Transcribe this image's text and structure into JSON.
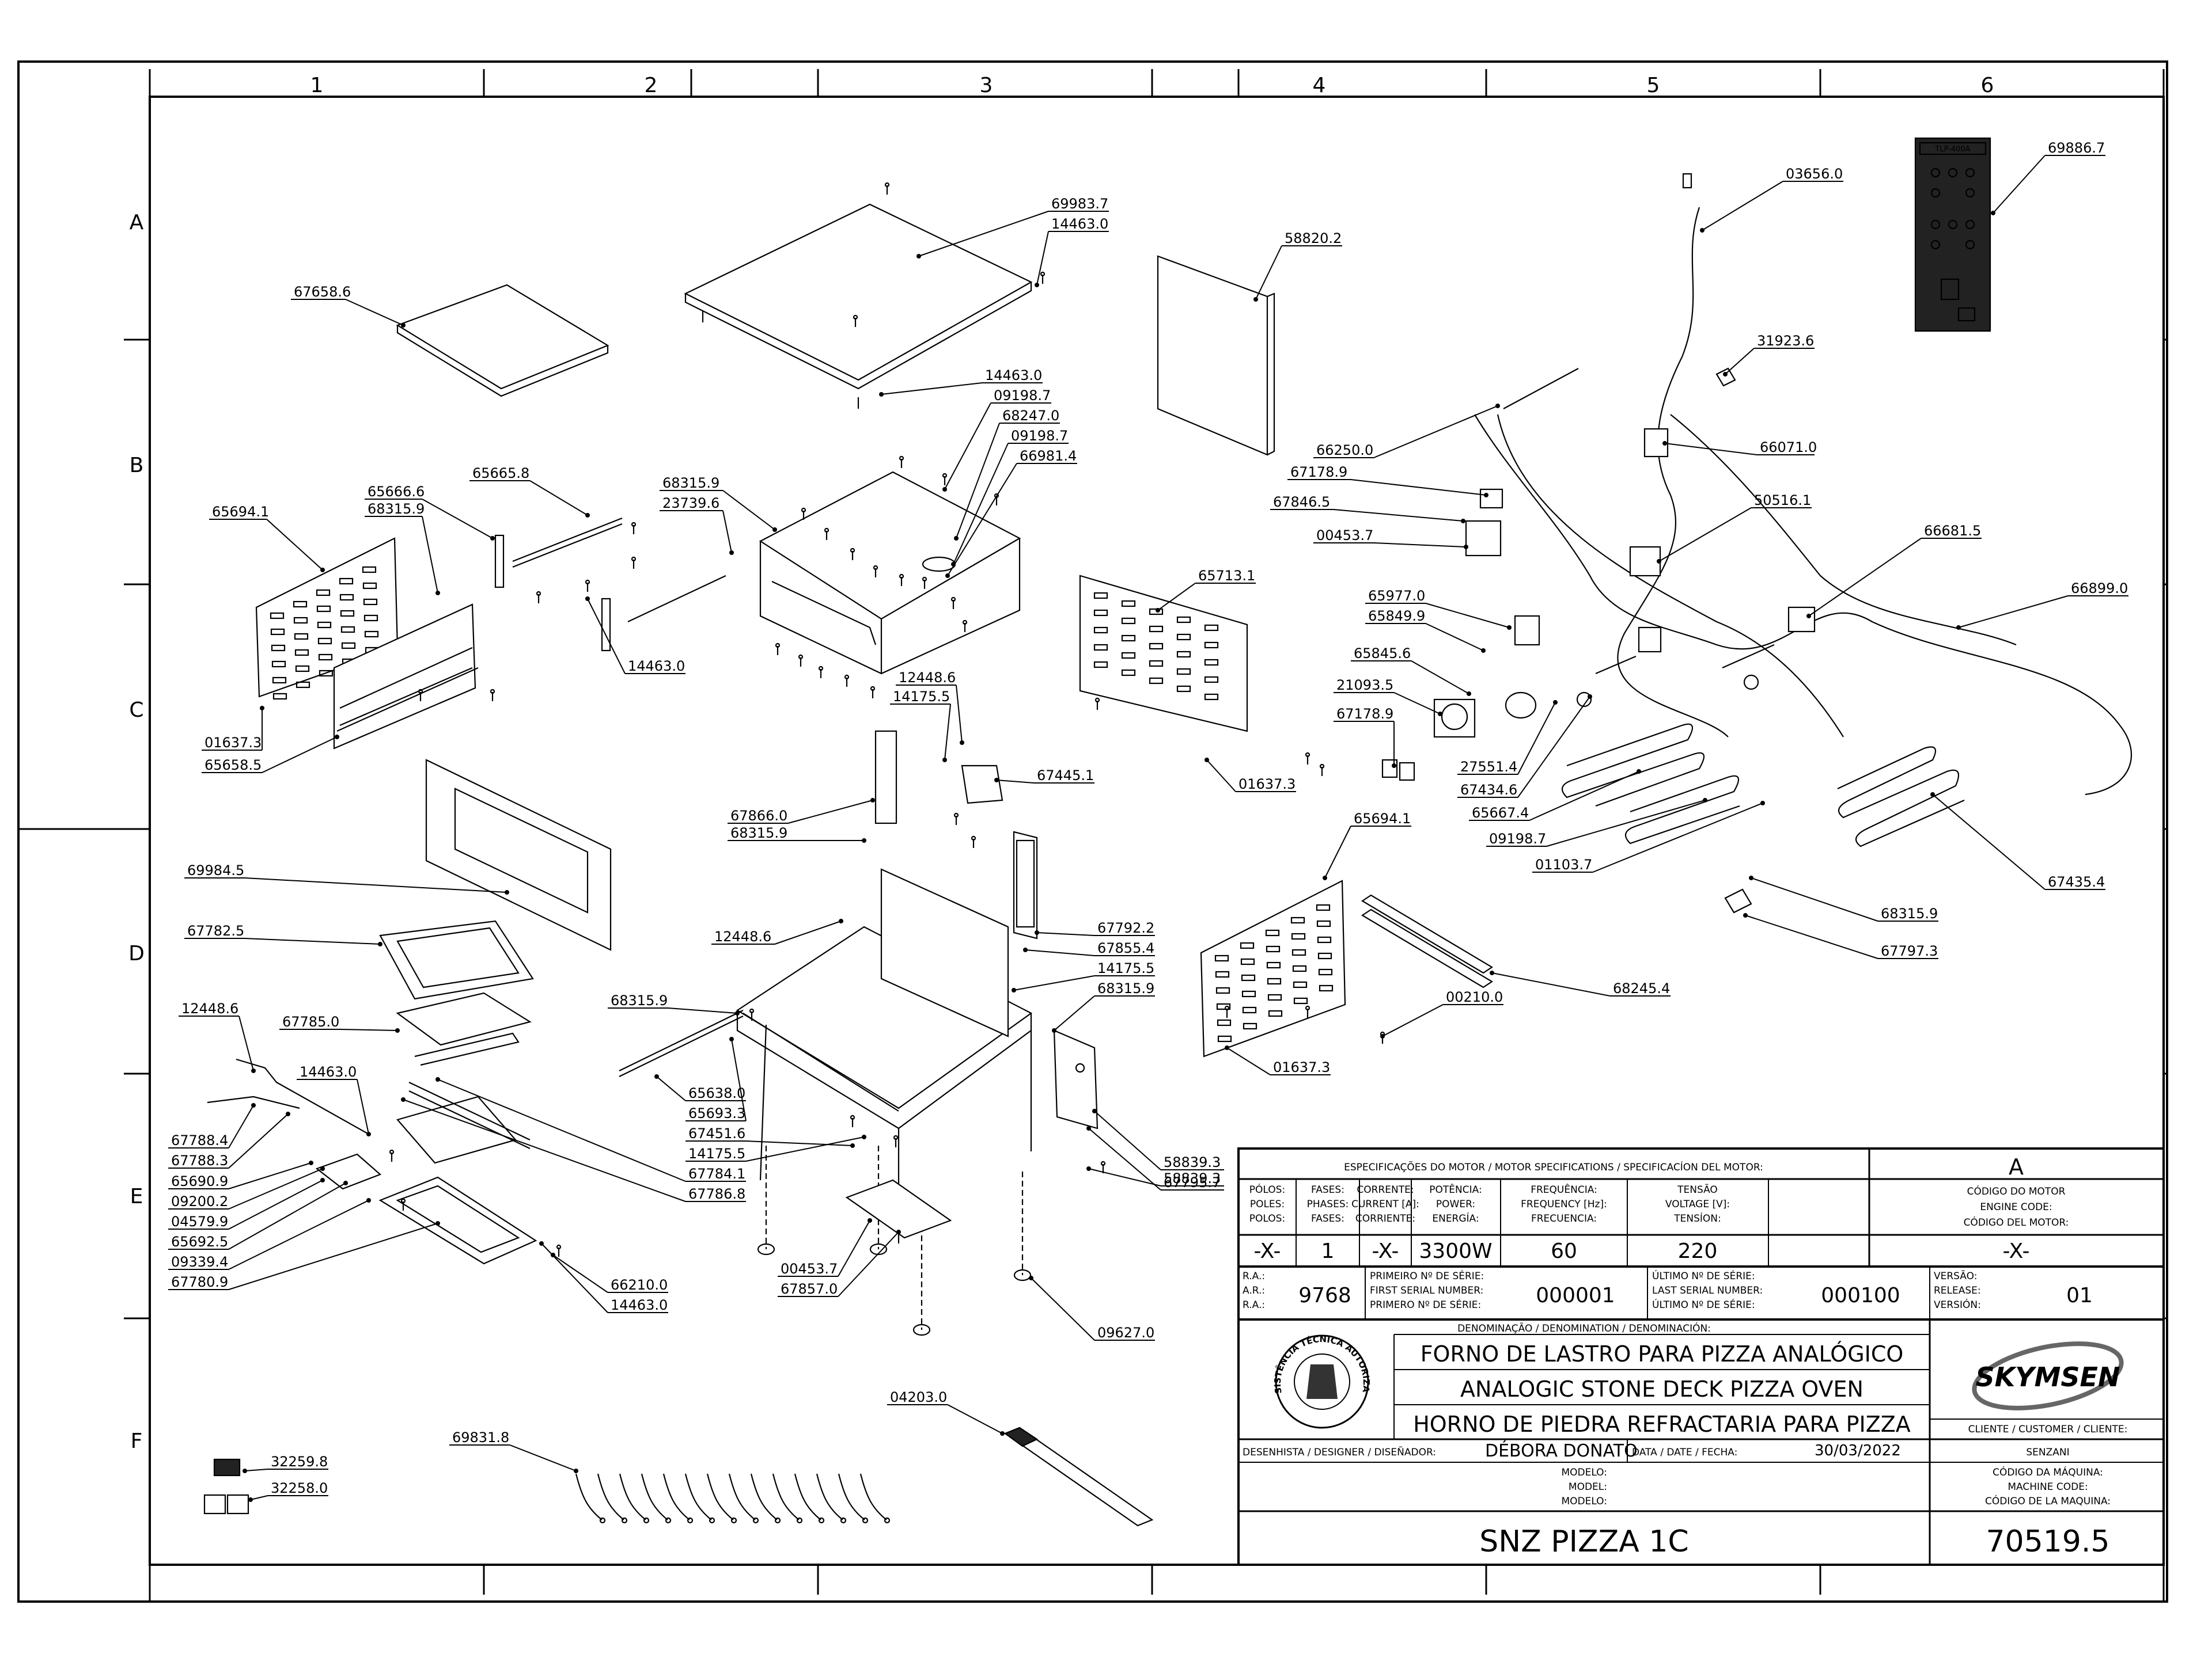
{
  "grid": {
    "columns": [
      "1",
      "2",
      "3",
      "4",
      "5",
      "6"
    ],
    "rows": [
      "A",
      "B",
      "C",
      "D",
      "E",
      "F"
    ]
  },
  "part_labels": [
    "69983.7",
    "14463.0",
    "67658.6",
    "58820.2",
    "03656.0",
    "69886.7",
    "31923.6",
    "14463.0",
    "09198.7",
    "68247.0",
    "09198.7",
    "66981.4",
    "66250.0",
    "67178.9",
    "67846.5",
    "00453.7",
    "66071.0",
    "50516.1",
    "66681.5",
    "66899.0",
    "65665.8",
    "65666.6",
    "68315.9",
    "65694.1",
    "68315.9",
    "23739.6",
    "65713.1",
    "65977.0",
    "65849.9",
    "65845.6",
    "21093.5",
    "67178.9",
    "27551.4",
    "67434.6",
    "65667.4",
    "09198.7",
    "01103.7",
    "67435.4",
    "14463.0",
    "12448.6",
    "14175.5",
    "01637.3",
    "65658.5",
    "01637.3",
    "67445.1",
    "67866.0",
    "68315.9",
    "69984.5",
    "65694.1",
    "68315.9",
    "67797.3",
    "67782.5",
    "12448.6",
    "67792.2",
    "67855.4",
    "14175.5",
    "68315.9",
    "68245.4",
    "68315.9",
    "00210.0",
    "12448.6",
    "67785.0",
    "14463.0",
    "65638.0",
    "65693.3",
    "67451.6",
    "14175.5",
    "67784.1",
    "67786.8",
    "58839.3",
    "67795.7",
    "01637.3",
    "67788.4",
    "67788.3",
    "65690.9",
    "09200.2",
    "04579.9",
    "65692.5",
    "09339.4",
    "67780.9",
    "58839.3",
    "00453.7",
    "67857.0",
    "66210.0",
    "14463.0",
    "09627.0",
    "04203.0",
    "69831.8",
    "32259.8",
    "32258.0"
  ],
  "panel_label": "TLP-400A",
  "motor": {
    "heading": "ESPECIFICAÇÕES DO MOTOR / MOTOR SPECIFICATIONS / SPECIFICACÍON DEL MOTOR:",
    "rev_letter": "A",
    "headers": [
      [
        "PÓLOS:",
        "POLES:",
        "POLOS:"
      ],
      [
        "FASES:",
        "PHASES:",
        "FASES:"
      ],
      [
        "CORRENTE:",
        "CURRENT [A]:",
        "CORRIENTE:"
      ],
      [
        "POTÊNCIA:",
        "POWER:",
        "ENERGÍA:"
      ],
      [
        "FREQUÊNCIA:",
        "FREQUENCY [Hz]:",
        "FRECUENCIA:"
      ],
      [
        "TENSÃO",
        "VOLTAGE [V]:",
        "TENSÍON:"
      ]
    ],
    "values": [
      "-X-",
      "1",
      "-X-",
      "3300W",
      "60",
      "220"
    ],
    "engine_code_labels": [
      "CÓDIGO DO MOTOR",
      "ENGINE CODE:",
      "CÓDIGO DEL MOTOR:"
    ],
    "engine_code": "-X-"
  },
  "serial": {
    "ra_labels": [
      "R.A.:",
      "A.R.:",
      "R.A.:"
    ],
    "ra": "9768",
    "first_labels": [
      "PRIMEIRO Nº DE SÉRIE:",
      "FIRST SERIAL NUMBER:",
      "PRIMERO Nº DE SÉRIE:"
    ],
    "first": "000001",
    "last_labels": [
      "ÚLTIMO Nº DE SÉRIE:",
      "LAST SERIAL NUMBER:",
      "ÚLTIMO Nº DE SÉRIE:"
    ],
    "last": "000100",
    "version_labels": [
      "VERSÃO:",
      "RELEASE:",
      "VERSIÓN:"
    ],
    "version": "01"
  },
  "denomination": {
    "heading": "DENOMINAÇÃO / DENOMINATION / DENOMINACIÓN:",
    "pt": "FORNO DE LASTRO PARA PIZZA ANALÓGICO",
    "en": "ANALOGIC STONE DECK PIZZA OVEN",
    "es": "HORNO DE PIEDRA REFRACTARIA PARA PIZZA"
  },
  "seal_text": "ASSISTÊNCIA TÉCNICA AUTORIZADA",
  "brand": "SKYMSEN",
  "client_label": "CLIENTE / CUSTOMER / CLIENTE:",
  "client": "SENZANI",
  "designer_label": "DESENHISTA / DESIGNER / DISEÑADOR:",
  "designer": "DÉBORA DONATO",
  "date_label": "DATA / DATE / FECHA:",
  "date": "30/03/2022",
  "model_labels": [
    "MODELO:",
    "MODEL:",
    "MODELO:"
  ],
  "machine_code_labels": [
    "CÓDIGO DA MÁQUINA:",
    "MACHINE CODE:",
    "CÓDIGO DE LA MAQUINA:"
  ],
  "model": "SNZ PIZZA 1C",
  "machine_code": "70519.5"
}
